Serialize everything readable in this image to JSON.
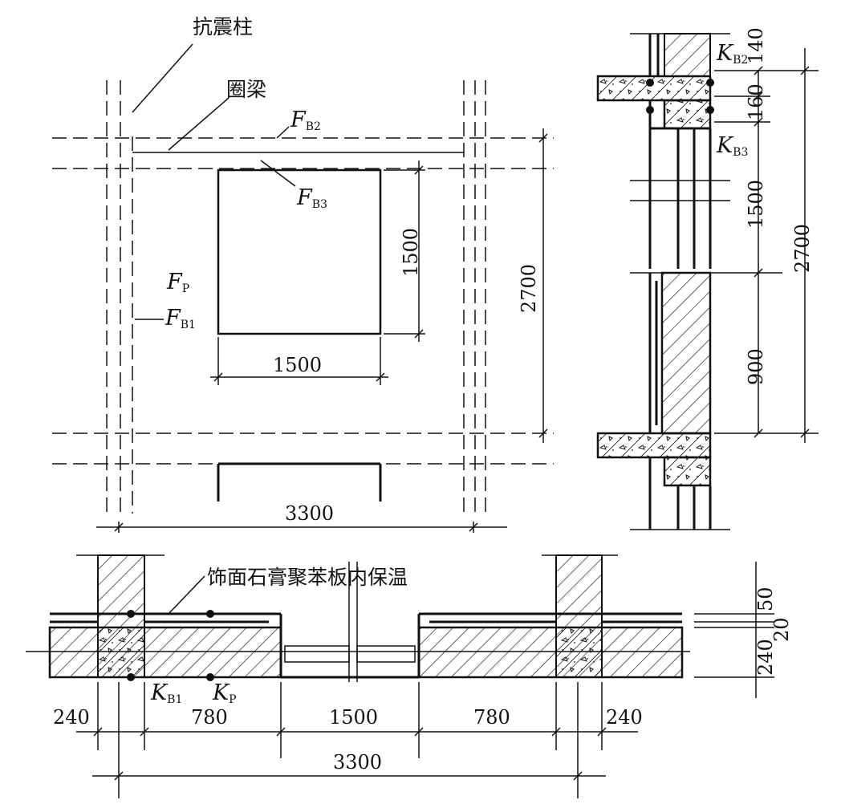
{
  "labels": {
    "column": "抗震柱",
    "ring_beam": "圈梁",
    "insulation": "饰面石膏聚苯板内保温",
    "F_B2": {
      "main": "F",
      "sub": "B2"
    },
    "F_B3": {
      "main": "F",
      "sub": "B3"
    },
    "F_P": {
      "main": "F",
      "sub": "P"
    },
    "F_B1": {
      "main": "F",
      "sub": "B1"
    },
    "K_B2": {
      "main": "K",
      "sub": "B2"
    },
    "K_B3": {
      "main": "K",
      "sub": "B3"
    },
    "K_B1": {
      "main": "K",
      "sub": "B1"
    },
    "K_P": {
      "main": "K",
      "sub": "P"
    }
  },
  "elevation_dims": {
    "window_width": "1500",
    "window_height": "1500",
    "floor_height": "2700",
    "bay_width": "3300"
  },
  "section_dims": {
    "d140": "140",
    "d160": "160",
    "d1500": "1500",
    "d900": "900",
    "d2700": "2700"
  },
  "plan_dims": {
    "d240a": "240",
    "d780a": "780",
    "d1500": "1500",
    "d780b": "780",
    "d240b": "240",
    "d3300": "3300",
    "d50": "50",
    "d20": "20",
    "d240c": "240"
  }
}
